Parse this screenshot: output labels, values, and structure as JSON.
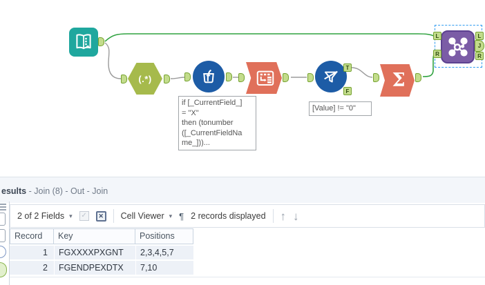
{
  "workflow": {
    "regex_label": "(.*)",
    "summarize_label": "Σ",
    "anchors": {
      "t": "T",
      "f": "F",
      "l": "L",
      "r": "R",
      "j": "J"
    },
    "annotations": {
      "formula": "if [_CurrentField_]\n= \"X\"\nthen (tonumber\n([_CurrentFieldNa\nme_]))...",
      "filter": "[Value] != \"0\""
    },
    "colors": {
      "input_teal": "#1FA79E",
      "regex_green": "#A6BA4C",
      "tool_blue": "#1D5CA6",
      "salmon": "#E0705A",
      "join_purple": "#7B5CA6",
      "wire_green": "#2FA23F",
      "wire_gray": "#9B9B9B",
      "anchor_green": "#C3DC8C",
      "selection_blue": "#2E9BF0"
    }
  },
  "results": {
    "title": {
      "bold": "esults",
      "rest": " - Join (8) - Out - Join"
    },
    "toolbar": {
      "fields": "2 of 2 Fields",
      "cell_viewer": "Cell Viewer",
      "records": "2 records displayed"
    },
    "icons": {
      "caret": "▾",
      "check": "✓",
      "close": "✕",
      "pilcrow": "¶",
      "up": "↑",
      "down": "↓"
    },
    "table": {
      "columns": [
        "Record",
        "Key",
        "Positions"
      ],
      "rows": [
        [
          "1",
          "FGXXXXPXGNT",
          "2,3,4,5,7"
        ],
        [
          "2",
          "FGENDPEXDTX",
          "7,10"
        ]
      ]
    }
  }
}
